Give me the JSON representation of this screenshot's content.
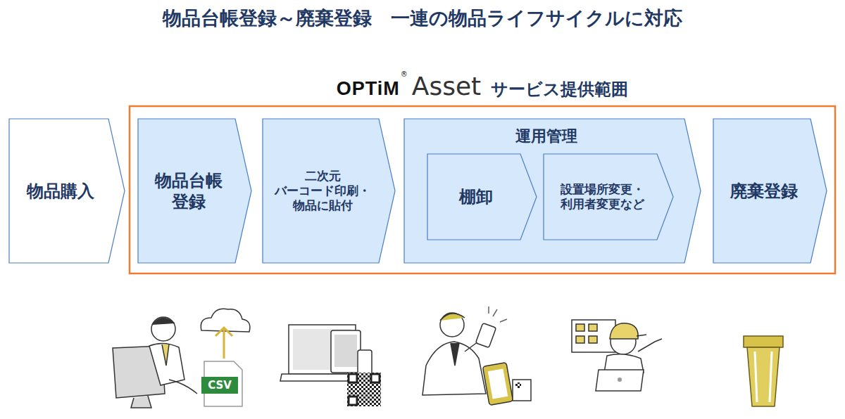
{
  "diagram": {
    "title": "物品台帳登録～廃棄登録　一連の物品ライフサイクルに対応",
    "nodes": [
      {
        "text": [
          "物品購入"
        ]
      },
      {
        "text": [
          "OPTiM",
          "®",
          "Asset",
          "サービス提供範囲"
        ]
      },
      {
        "text": [
          "物品台帳 登録"
        ],
        "in": 1
      },
      {
        "text": [
          "二次元 バーコード印刷・ 物品に貼付"
        ],
        "in": 1
      },
      {
        "text": [
          "運用管理"
        ],
        "in": 1
      },
      {
        "text": [
          "棚卸"
        ],
        "in": 4
      },
      {
        "text": [
          "設置場所変更・ 利用者変更など"
        ],
        "in": 4
      },
      {
        "text": [
          "廃棄登録"
        ],
        "in": 1
      }
    ],
    "labels": [
      "CSV"
    ]
  }
}
